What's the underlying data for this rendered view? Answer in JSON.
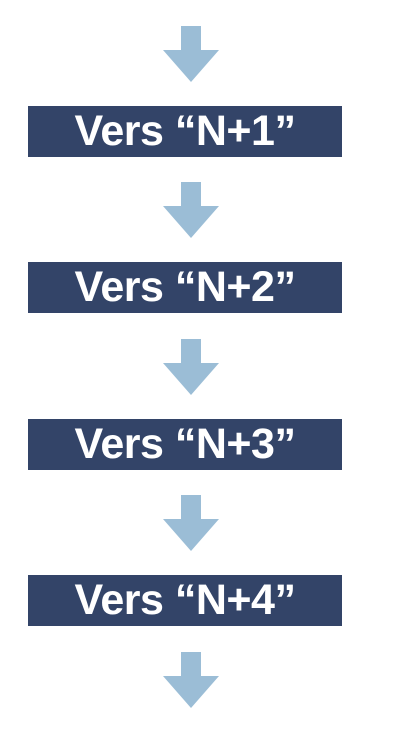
{
  "diagram": {
    "colors": {
      "box_fill": "#334468",
      "box_text": "#ffffff",
      "arrow_fill": "#9bbdd6",
      "background": "#ffffff"
    },
    "arrow_icon": "down-arrow-icon",
    "boxes": [
      {
        "label": "Vers “N+1”"
      },
      {
        "label": "Vers “N+2”"
      },
      {
        "label": "Vers “N+3”"
      },
      {
        "label": "Vers “N+4”"
      }
    ]
  }
}
